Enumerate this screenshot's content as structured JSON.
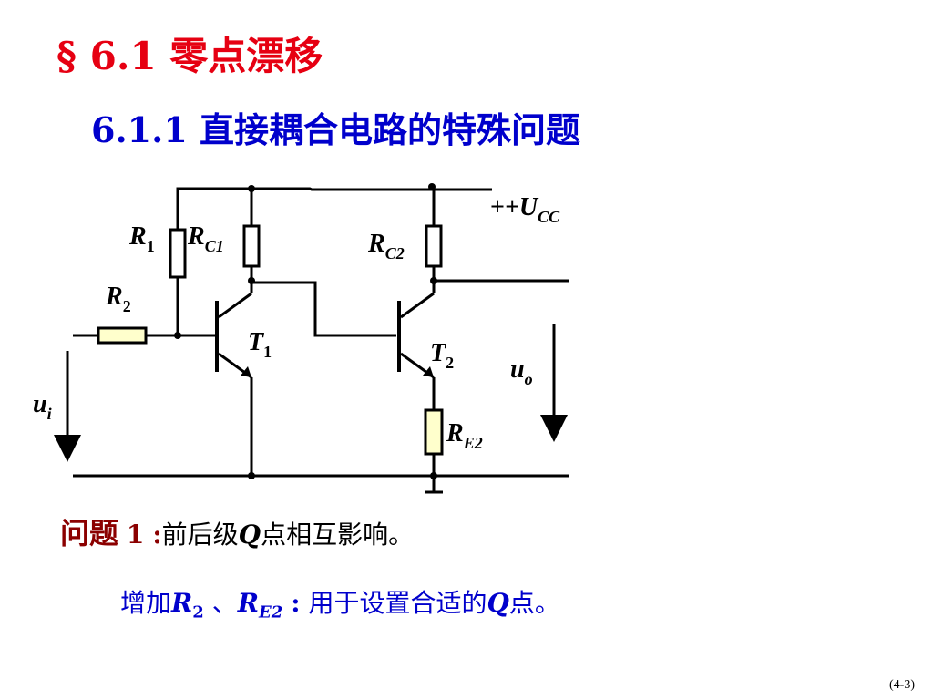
{
  "title": {
    "section_mark": "§",
    "section_number": "6.1",
    "section_text": "零点漂移"
  },
  "subtitle": {
    "number": "6.1.1",
    "text": "直接耦合电路的特殊问题"
  },
  "circuit": {
    "labels": {
      "vcc_prefix": "+U",
      "vcc_sub": "CC",
      "r1": "R",
      "r1_sub": "1",
      "rc1": "R",
      "rc1_sub": "C1",
      "rc2": "R",
      "rc2_sub": "C2",
      "r2": "R",
      "r2_sub": "2",
      "t1": "T",
      "t1_sub": "1",
      "t2": "T",
      "t2_sub": "2",
      "re2": "R",
      "re2_sub": "E2",
      "ui": "u",
      "ui_sub": "i",
      "uo": "u",
      "uo_sub": "o"
    },
    "colors": {
      "wire": "#000000",
      "r2_fill": "#ffffcc",
      "re2_fill": "#ffffcc",
      "resistor_fill": "#ffffff"
    }
  },
  "problem": {
    "label": "问题",
    "number": "1",
    "colon": ":",
    "text_before_q": "前后级",
    "q": "Q",
    "text_after_q": "点相互影响。"
  },
  "fix": {
    "prefix": "增加",
    "r": "R",
    "r2_sub": "2",
    "sep": "、",
    "re_sub": "E2",
    "colon": ":",
    "text_before_q": "用于设置合适的",
    "q": "Q",
    "text_after_q": "点。"
  },
  "page_number": "(4-3)",
  "colors": {
    "title_red": "#e60012",
    "subtitle_blue": "#0000cc",
    "label_dark_red": "#8b0000"
  }
}
